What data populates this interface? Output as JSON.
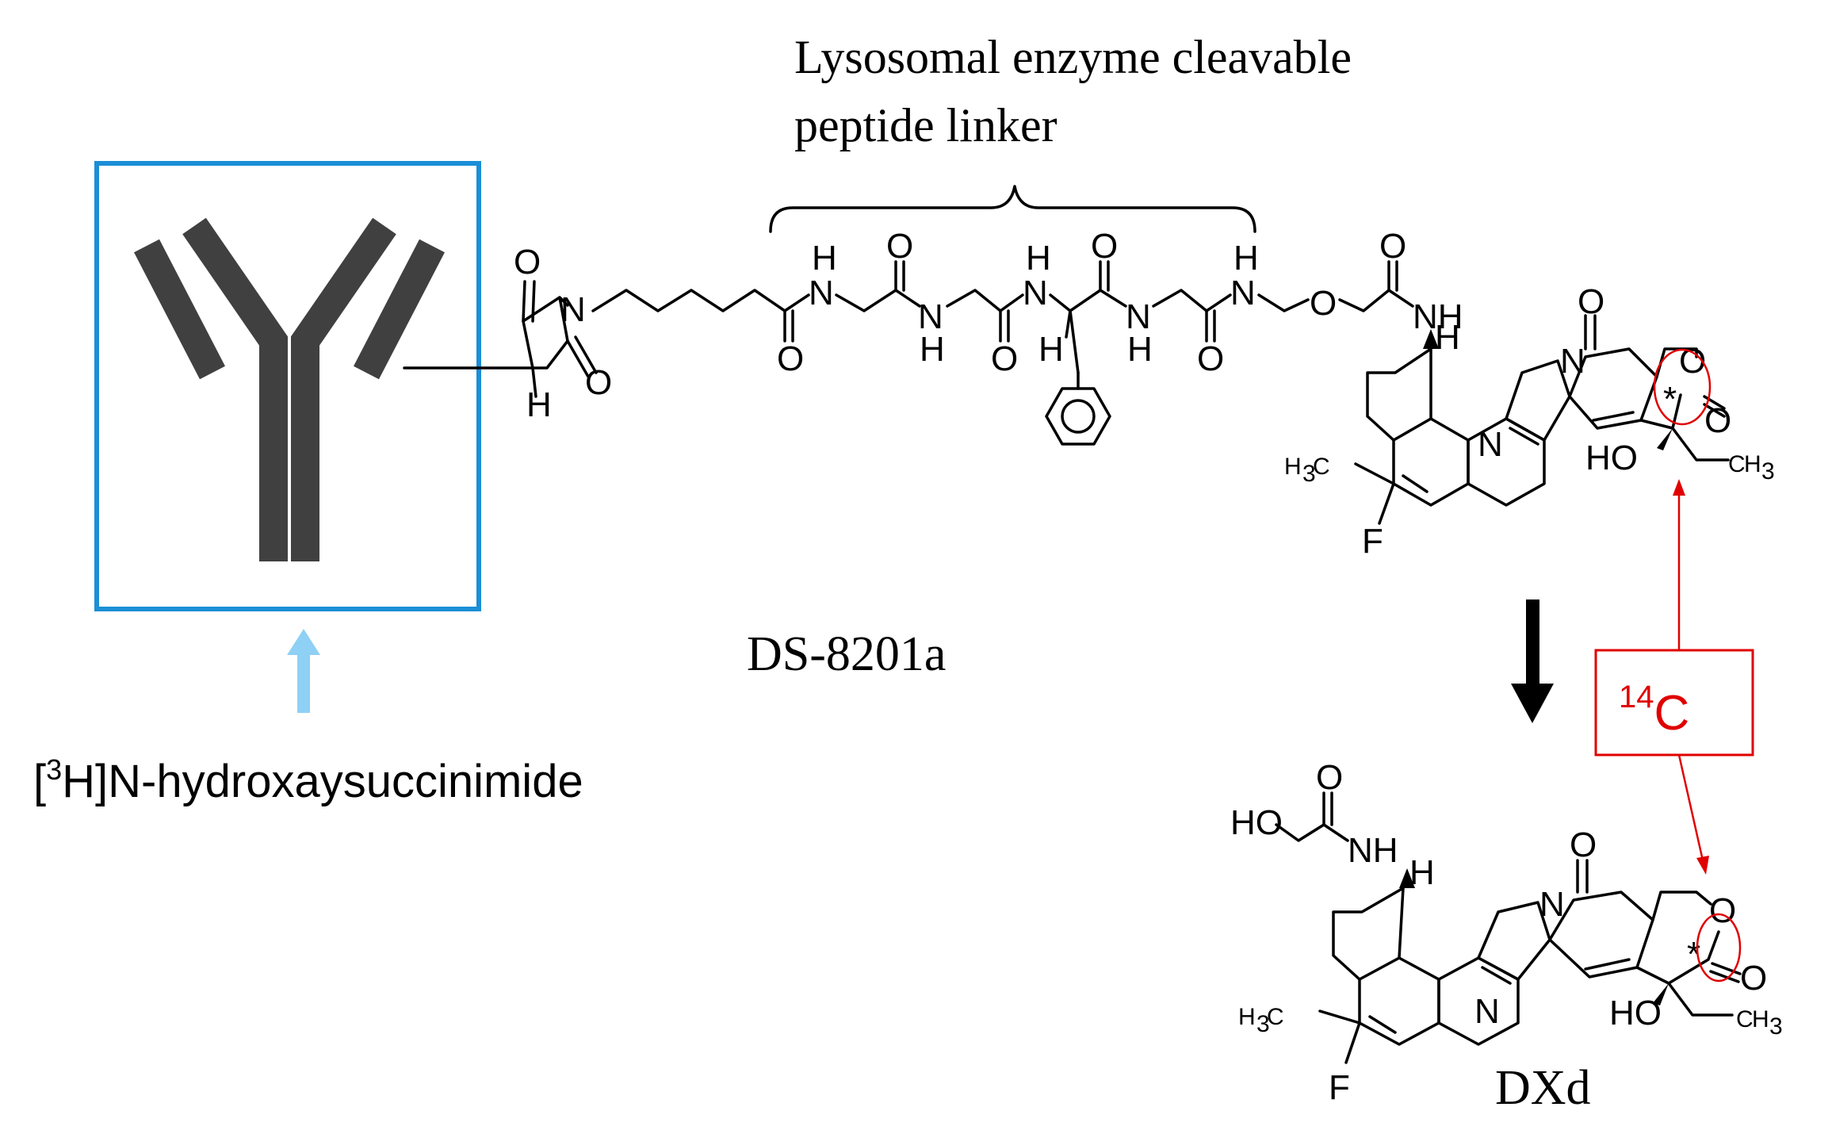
{
  "linker_label": [
    "Lysosomal enzyme cleavable",
    "peptide linker"
  ],
  "adc_name": "DS-8201a",
  "payload_name": "DXd",
  "tritium_label": {
    "bracket_open": "[",
    "isotope_mass": "3",
    "isotope": "H",
    "rest": "]N-hydroxaysuccinimide"
  },
  "carbon_label": {
    "isotope_mass": "14",
    "element": "C"
  },
  "atoms": {
    "O": "O",
    "N": "N",
    "H": "H",
    "F": "F",
    "HO": "HO",
    "NH": "NH",
    "C": "C",
    "star": "*",
    "sub3": "3"
  },
  "colors": {
    "antibody": "#404040",
    "box": "#1a8fd6",
    "arrow_light": "#8fd0f5",
    "red": "#e00000"
  }
}
